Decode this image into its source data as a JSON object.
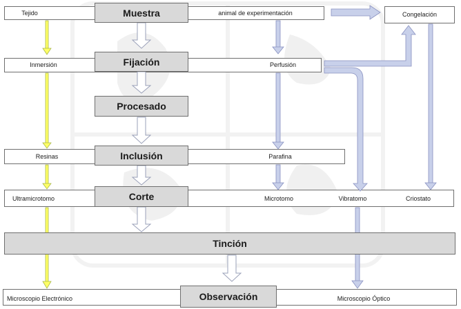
{
  "stages": {
    "muestra": "Muestra",
    "fijacion": "Fijación",
    "procesado": "Procesado",
    "inclusion": "Inclusión",
    "corte": "Corte",
    "tincion": "Tinción",
    "observacion": "Observación"
  },
  "row1": {
    "left": "Tejido",
    "right": "animal de experimentación",
    "far_right": "Congelación"
  },
  "row2": {
    "left": "Inmersión",
    "right": "Perfusión"
  },
  "row4": {
    "left": "Resinas",
    "right": "Parafina"
  },
  "row5": {
    "left": "Ultramicrotomo",
    "microtomo": "Microtomo",
    "vibratomo": "Vibratomo",
    "criostato": "Criostato"
  },
  "row7": {
    "left": "Microscopio Electrónico",
    "right": "Microscopio Óptico"
  },
  "colors": {
    "stage_fill": "#d9d9d9",
    "yellow_arrow": "#ffff66",
    "yellow_arrow_edge": "#a8b84a",
    "blue_arrow": "#c8d0ea",
    "blue_arrow_edge": "#8890c0",
    "grey_arrow": "#ffffff",
    "grey_arrow_edge": "#9aa0b8"
  }
}
